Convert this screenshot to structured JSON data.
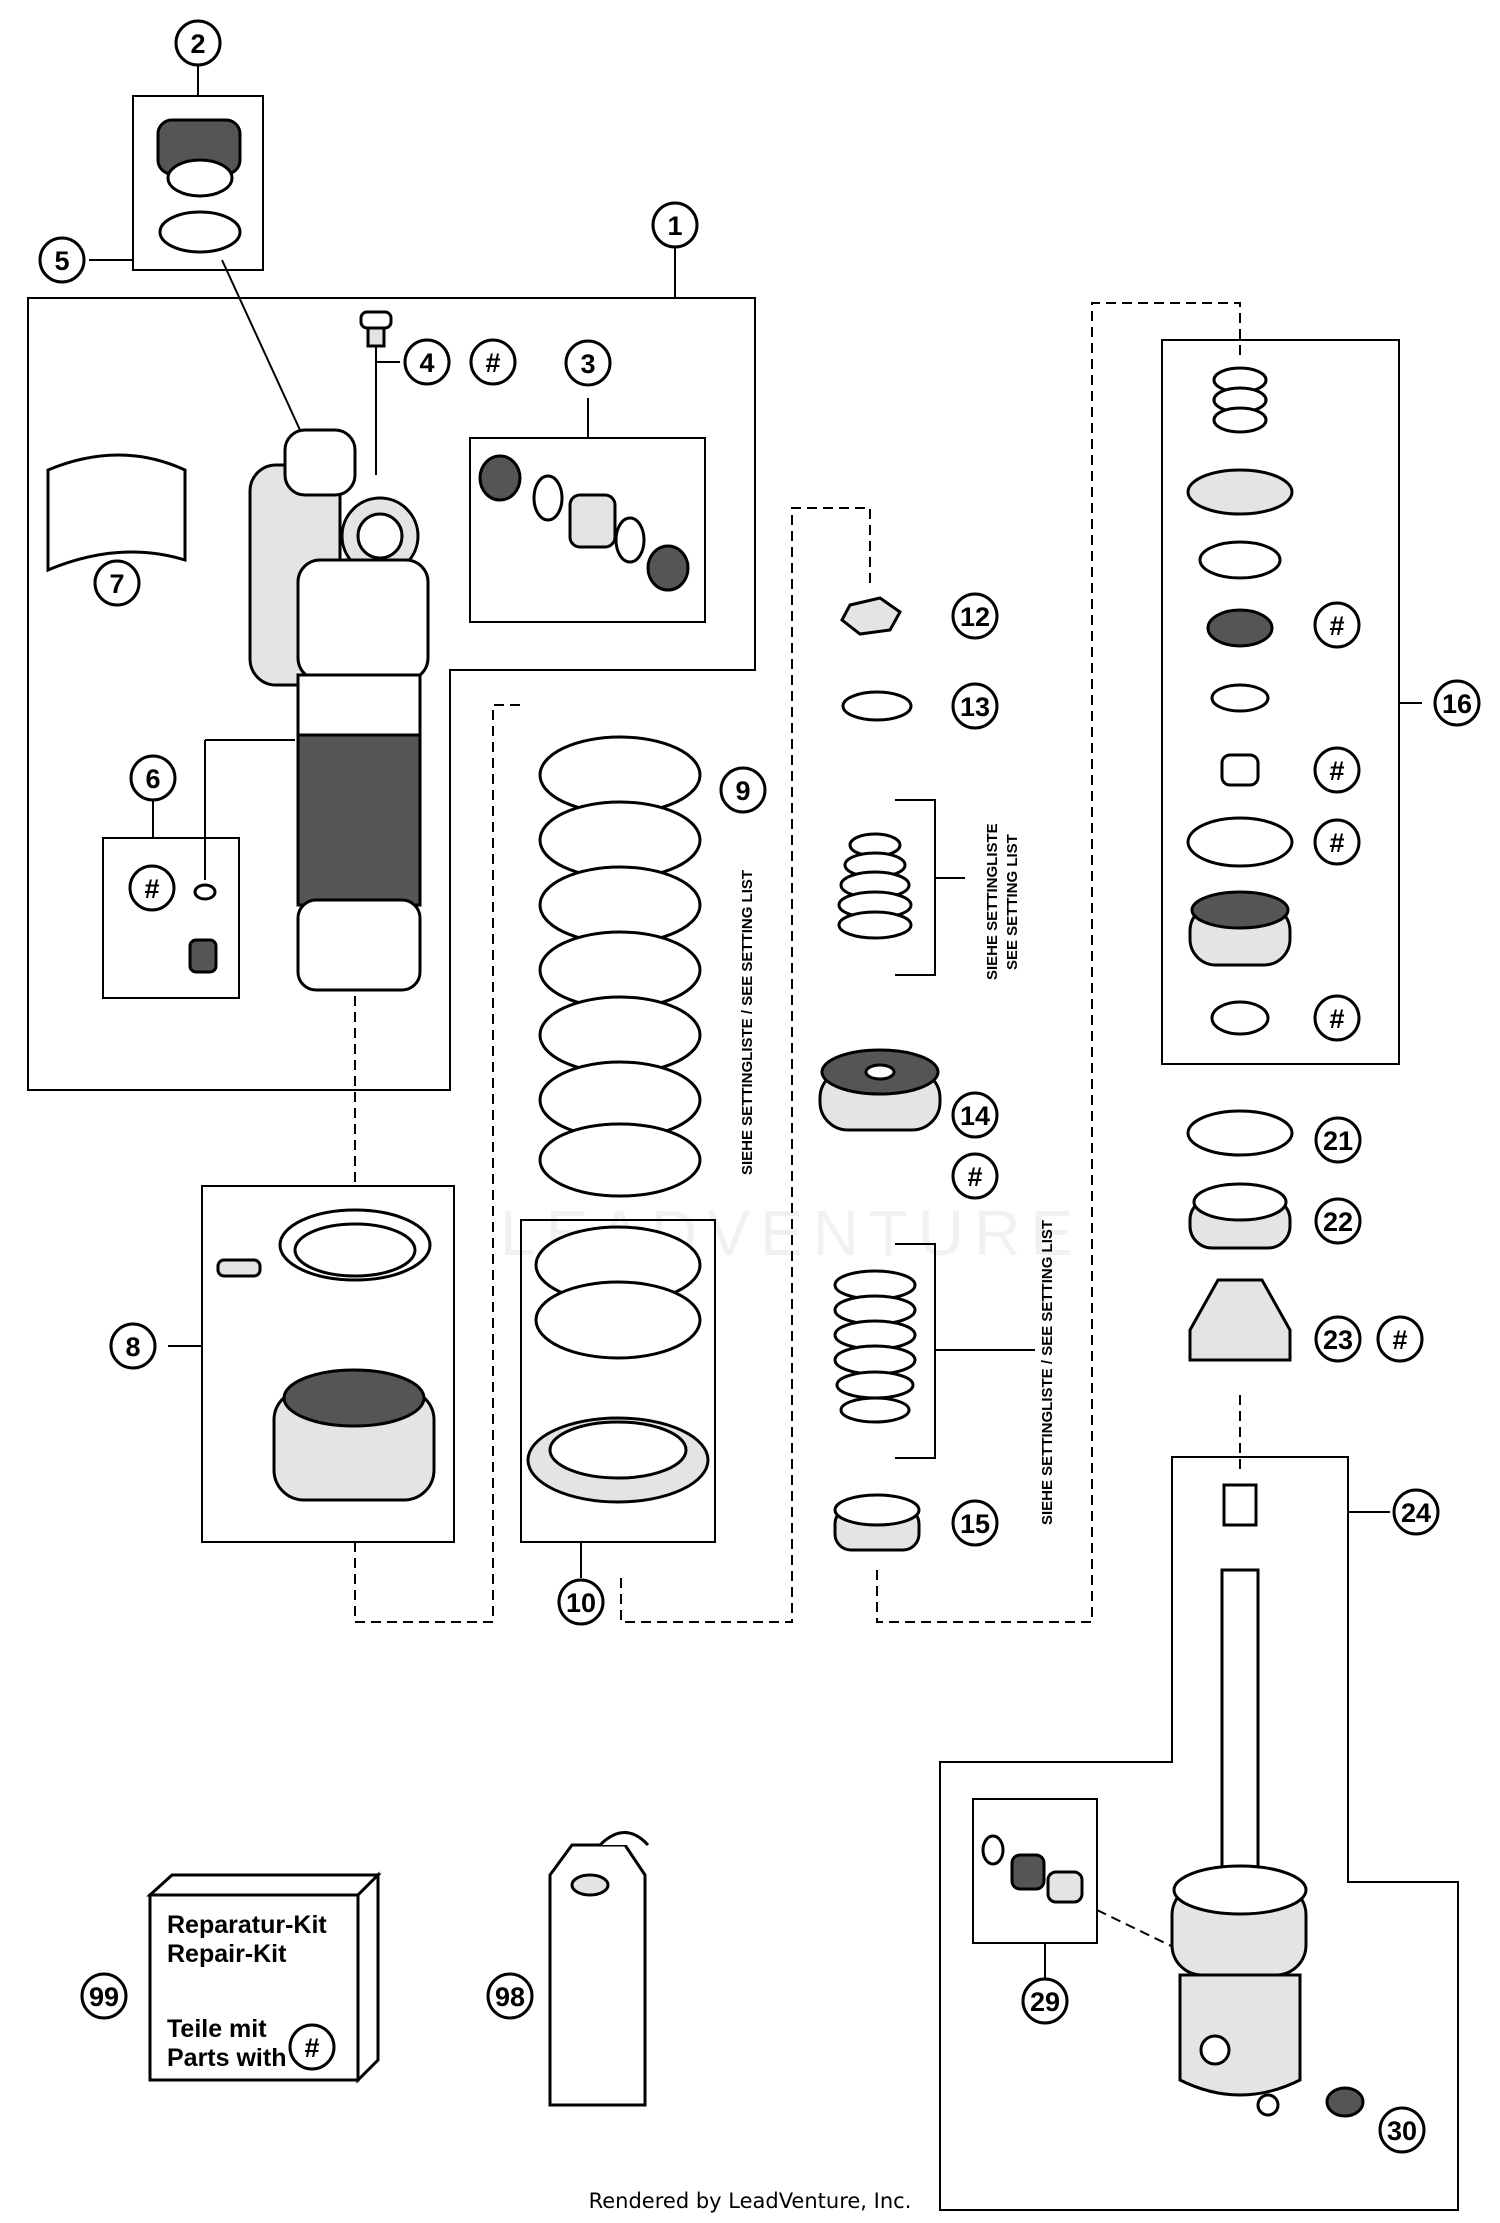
{
  "callouts": {
    "c1": "1",
    "c2": "2",
    "c3": "3",
    "c4": "4",
    "c5": "5",
    "c6": "6",
    "c7": "7",
    "c8": "8",
    "c9": "9",
    "c10": "10",
    "c12": "12",
    "c13": "13",
    "c14": "14",
    "c15": "15",
    "c16": "16",
    "c21": "21",
    "c22": "22",
    "c23": "23",
    "c24": "24",
    "c29": "29",
    "c30": "30",
    "c98": "98",
    "c99": "99"
  },
  "hash_symbol": "#",
  "setting_list_label": "SIEHE SETTINGLISTE / SEE SETTING LIST",
  "setting_list_de": "SIEHE SETTINGLISTE",
  "setting_list_en": "SEE SETTING LIST",
  "kit": {
    "line1": "Reparatur-Kit",
    "line2": "Repair-Kit",
    "line3": "Teile mit",
    "line4": "Parts with"
  },
  "watermark": "LEADVENTURE",
  "footer": "Rendered by LeadVenture, Inc."
}
